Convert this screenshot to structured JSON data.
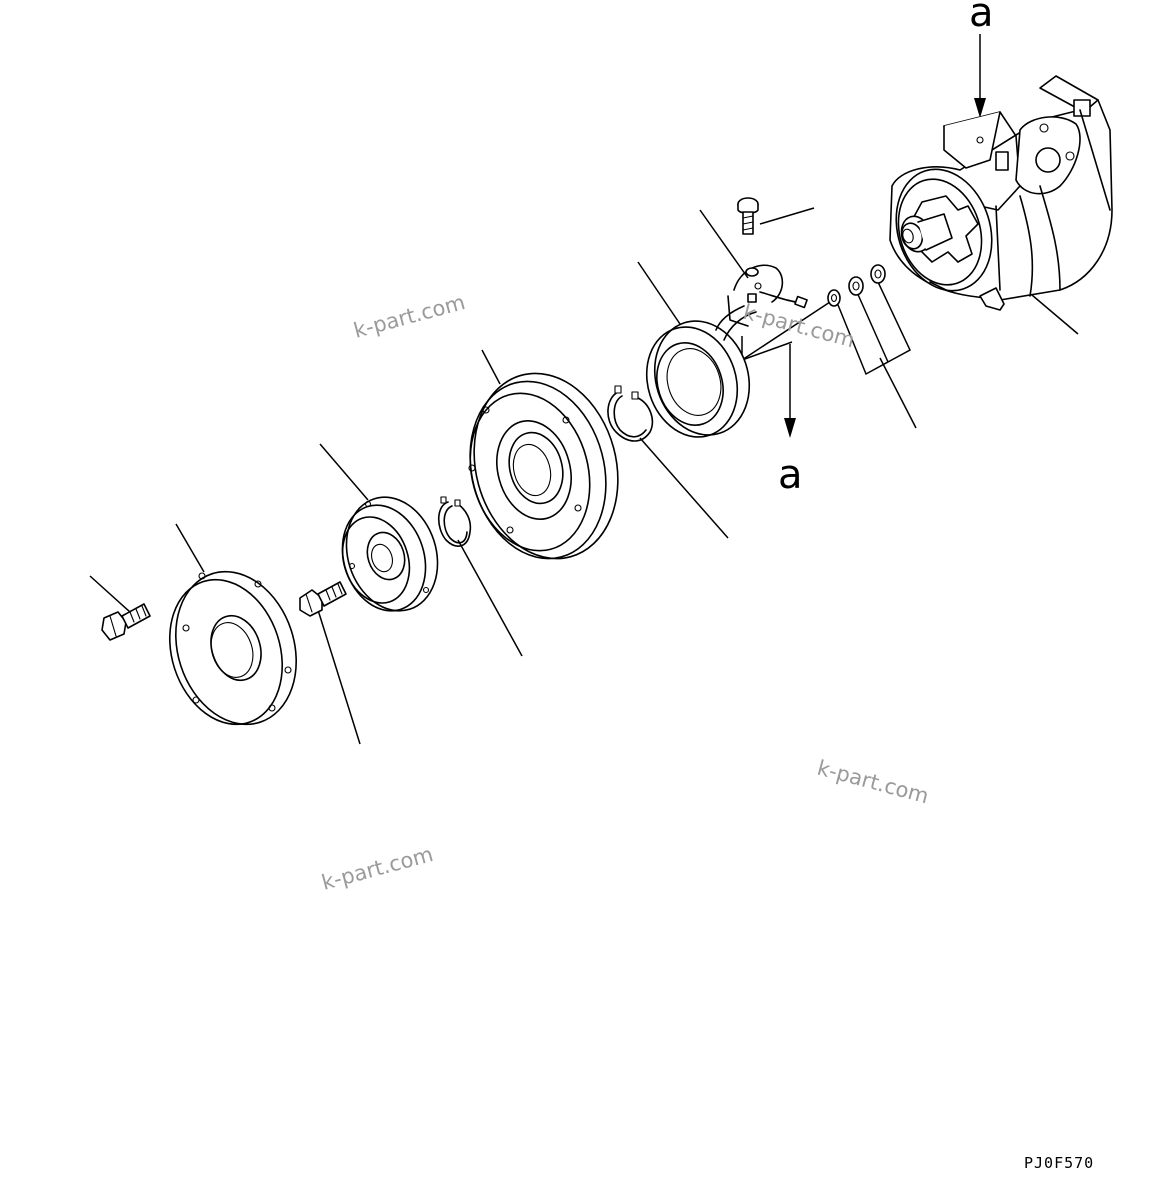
{
  "diagram": {
    "drawing_code": "PJ0F570",
    "callout_top": "a",
    "callout_bottom": "a",
    "watermarks": [
      "k-part.com",
      "k-part.com",
      "k-part.com",
      "k-part.com"
    ],
    "parts": [
      {
        "name": "flange-bolt-icon"
      },
      {
        "name": "clutch-plate-icon"
      },
      {
        "name": "hub-bolt-icon"
      },
      {
        "name": "armature-hub-icon"
      },
      {
        "name": "snap-ring-small-icon"
      },
      {
        "name": "pulley-icon"
      },
      {
        "name": "snap-ring-large-icon"
      },
      {
        "name": "field-coil-icon"
      },
      {
        "name": "screw-icon"
      },
      {
        "name": "lead-wire-clamp-icon"
      },
      {
        "name": "shim-washer-icon"
      },
      {
        "name": "compressor-body-icon"
      }
    ]
  }
}
